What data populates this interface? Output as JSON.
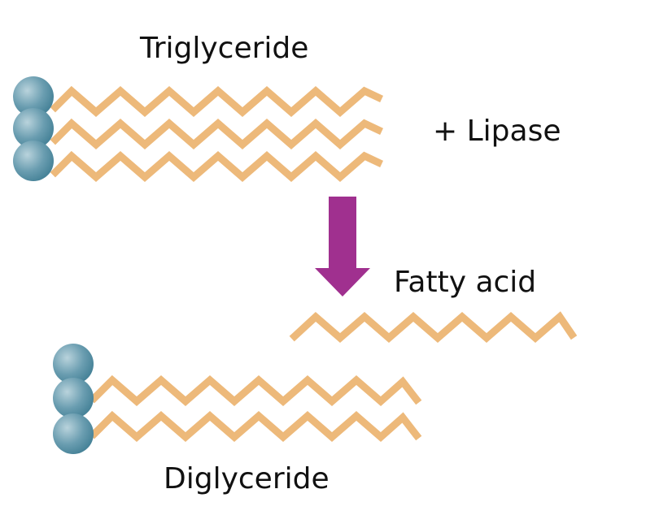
{
  "labels": {
    "triglyceride": "Triglyceride",
    "lipase": "+ Lipase",
    "fatty_acid": "Fatty acid",
    "diglyceride": "Diglyceride"
  },
  "colors": {
    "chain": "#EDB97A",
    "glycerol_light": "#B9D3DC",
    "glycerol_dark": "#3F7D93",
    "arrow": "#A0308F",
    "text": "#111111"
  },
  "icons": {
    "glycerol": "glycerol-sphere-icon",
    "chain": "fatty-acid-chain-icon",
    "arrow": "reaction-arrow-icon"
  }
}
